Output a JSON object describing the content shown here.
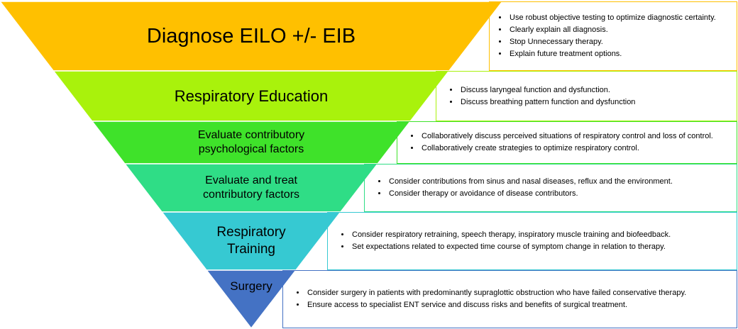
{
  "levels": [
    {
      "title": "Diagnose EILO +/- EIB",
      "color": "#FFC000",
      "border": "#FFC000",
      "bullets": [
        "Use robust objective testing to optimize diagnostic certainty.",
        "Clearly explain all diagnosis.",
        "Stop Unnecessary therapy.",
        "Explain future treatment options."
      ]
    },
    {
      "title": "Respiratory Education",
      "color": "#A9F20C",
      "border": "#A9F20C",
      "bullets": [
        "Discuss laryngeal function and dysfunction.",
        "Discuss breathing pattern function and dysfunction"
      ]
    },
    {
      "title": "Evaluate contributory psychological factors",
      "color": "#3FE22A",
      "border": "#3FE22A",
      "bullets": [
        "Collaboratively discuss perceived situations of respiratory control and loss of control.",
        "Collaboratively create strategies to optimize respiratory control."
      ]
    },
    {
      "title": "Evaluate and treat contributory factors",
      "color": "#2FDD86",
      "border": "#2FDD86",
      "bullets": [
        "Consider contributions from sinus and nasal diseases, reflux and the environment.",
        "Consider therapy or avoidance of disease contributors."
      ]
    },
    {
      "title": "Respiratory Training",
      "color": "#36C9D2",
      "border": "#36C9D2",
      "bullets": [
        "Consider respiratory retraining, speech therapy, inspiratory muscle training and biofeedback.",
        "Set expectations related to expected time course of symptom change in relation to therapy."
      ]
    },
    {
      "title": "Surgery",
      "color": "#4472C4",
      "border": "#4472C4",
      "bullets": [
        "Consider surgery in patients with predominantly supraglottic obstruction who have failed conservative therapy.",
        "Ensure access to specialist ENT service and discuss risks and benefits of surgical treatment."
      ]
    }
  ]
}
